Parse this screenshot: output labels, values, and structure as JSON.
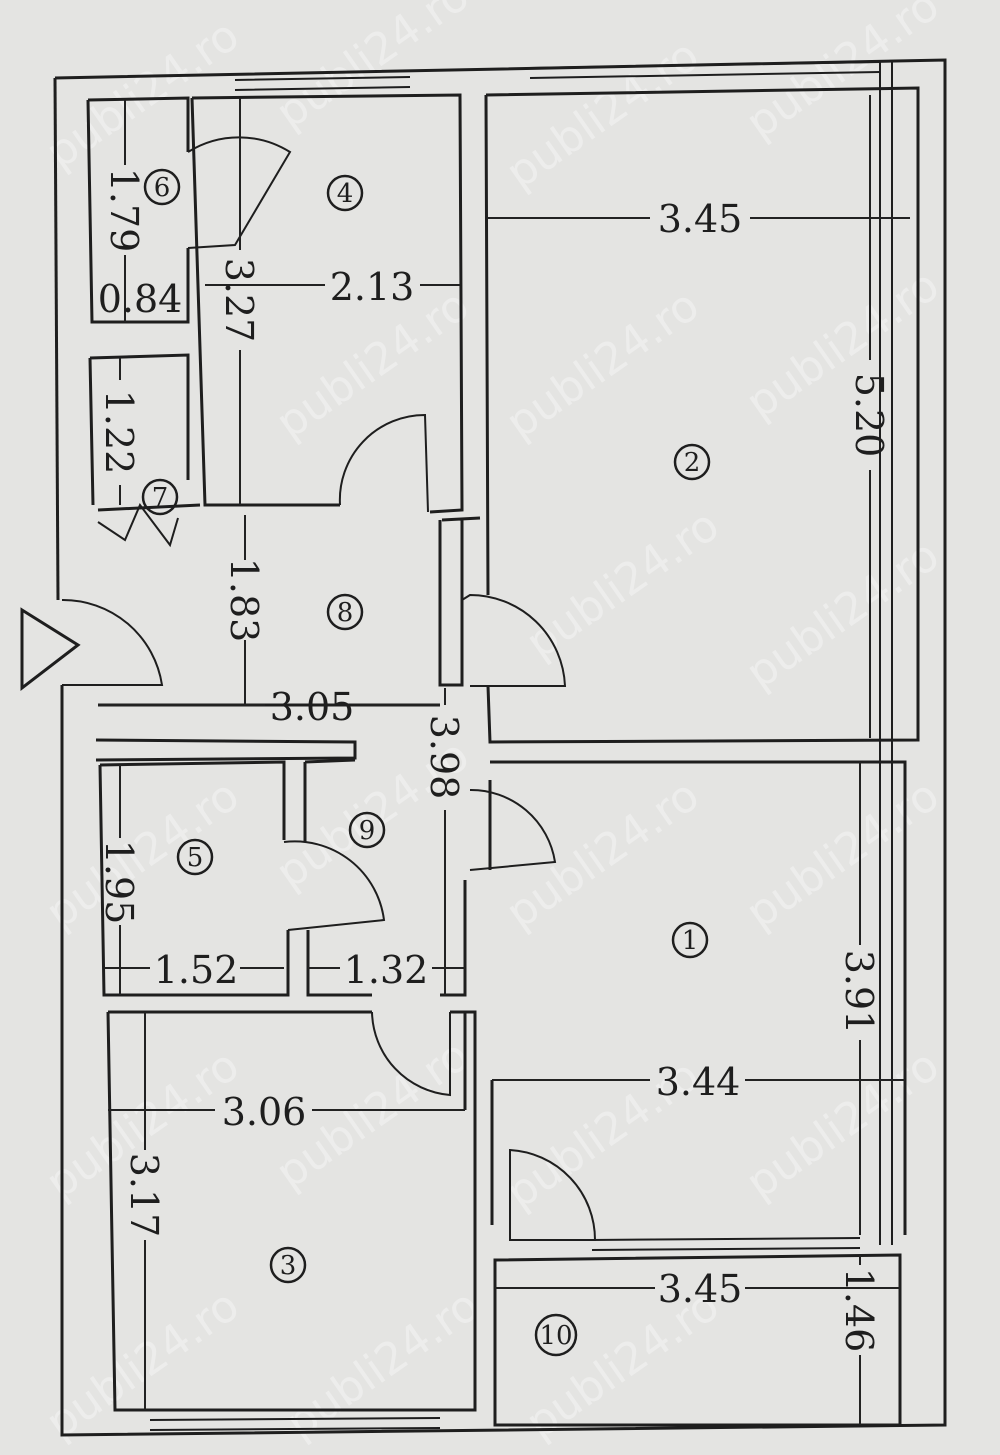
{
  "watermark": "publi24.ro",
  "rooms": [
    {
      "id": "room-1",
      "label": "1"
    },
    {
      "id": "room-2",
      "label": "2"
    },
    {
      "id": "room-3",
      "label": "3"
    },
    {
      "id": "room-4",
      "label": "4"
    },
    {
      "id": "room-5",
      "label": "5"
    },
    {
      "id": "room-6",
      "label": "6"
    },
    {
      "id": "room-7",
      "label": "7"
    },
    {
      "id": "room-8",
      "label": "8"
    },
    {
      "id": "room-9",
      "label": "9"
    },
    {
      "id": "room-10",
      "label": "10"
    }
  ],
  "dimensions": {
    "room2_width": "3.45",
    "room2_length": "5.20",
    "room4_width": "2.13",
    "room4_length": "3.27",
    "room6_length": "1.79",
    "room6_width": "0.84",
    "room7_length": "1.22",
    "room8_length": "1.83",
    "room8_width": "3.05",
    "corridor_length": "3.98",
    "room5_length": "1.95",
    "room5_width": "1.52",
    "room9_width": "1.32",
    "room1_length": "3.91",
    "room1_width": "3.44",
    "room3_width": "3.06",
    "room3_length": "3.17",
    "room10_width": "3.45",
    "room10_length": "1.46"
  }
}
